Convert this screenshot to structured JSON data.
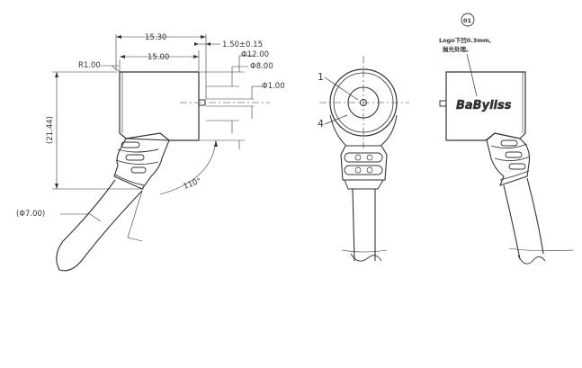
{
  "side_view": {
    "dim_overall_length": "15.30",
    "dim_body_length": "15.00",
    "dim_pin_tolerance": "1.50±0.15",
    "dim_outer_dia": "Φ12.00",
    "dim_inner_dia": "Φ8.00",
    "dim_pin_dia": "Φ1.00",
    "dim_corner_radius": "R1.00",
    "dim_height": "(21.44)",
    "dim_cable_dia": "(Φ7.00)",
    "dim_angle": "110°"
  },
  "front_view": {
    "callout_1": "1",
    "callout_4": "4"
  },
  "logo_view": {
    "note_marker": "01",
    "note_line1": "Logo下凹0.3mm,",
    "note_line2": "抛光处理。",
    "logo_text": "BaByliss"
  },
  "colors": {
    "line": "#333333",
    "background": "#ffffff"
  }
}
